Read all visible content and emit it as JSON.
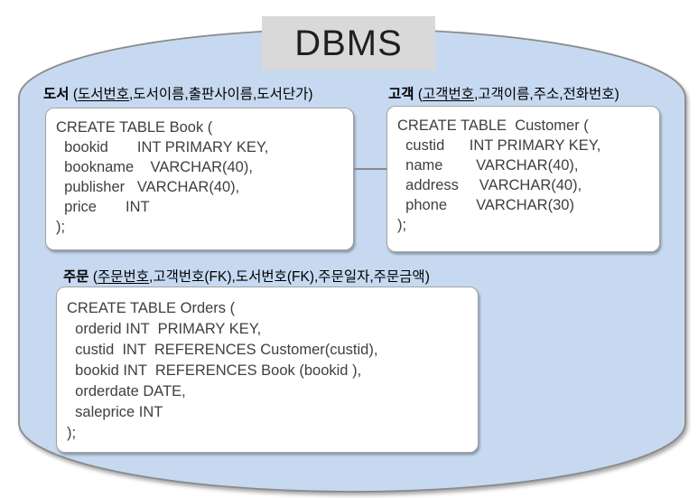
{
  "diagram": {
    "title": "DBMS"
  },
  "colors": {
    "cylinder_fill": "#C6D9F1",
    "cylinder_border": "#8A8A8A",
    "title_box_fill": "#D9D9D9",
    "title_text": "#1F1F1F",
    "code_box_fill": "#FFFFFF",
    "code_box_border": "#A3A3A3",
    "code_text": "#3F3F3F",
    "label_text": "#000000"
  },
  "tables": [
    {
      "id": "book",
      "label": {
        "name": "도서",
        "open": " (",
        "key": "도서번호",
        "rest": ",도서이름,출판사이름,도서단가)"
      },
      "sql": "CREATE TABLE Book (\n  bookid       INT PRIMARY KEY,\n  bookname    VARCHAR(40),\n  publisher   VARCHAR(40),\n  price       INT\n);"
    },
    {
      "id": "customer",
      "label": {
        "name": "고객",
        "open": " (",
        "key": "고객번호",
        "rest": ",고객이름,주소,전화번호)"
      },
      "sql": "CREATE TABLE  Customer (\n  custid      INT PRIMARY KEY,\n  name        VARCHAR(40),\n  address     VARCHAR(40),\n  phone       VARCHAR(30)\n);"
    },
    {
      "id": "orders",
      "label": {
        "name": "주문",
        "open": " (",
        "key": "주문번호",
        "rest": ",고객번호(FK),도서번호(FK),주문일자,주문금액)"
      },
      "sql": "CREATE TABLE Orders (\n  orderid INT  PRIMARY KEY,\n  custid  INT  REFERENCES Customer(custid),\n  bookid INT  REFERENCES Book (bookid ),\n  orderdate DATE,\n  saleprice INT\n);"
    }
  ]
}
